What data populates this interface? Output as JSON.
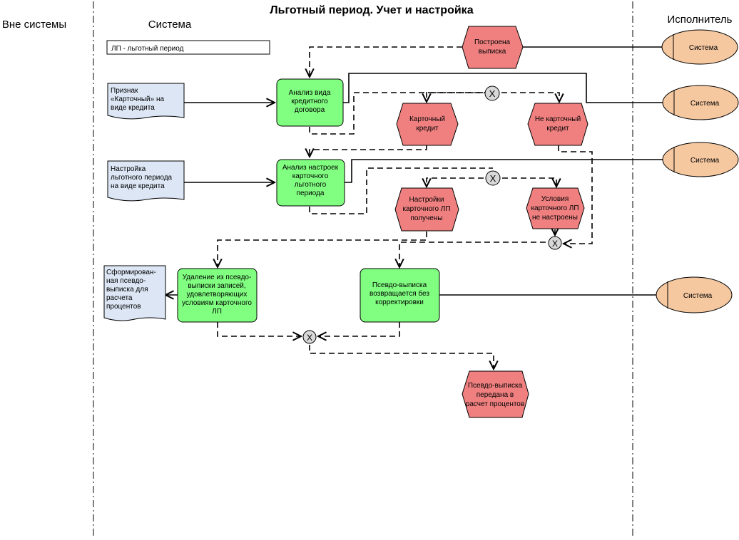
{
  "title": "Льготный период. Учет и настройка",
  "lanes": {
    "outside": "Вне системы",
    "system": "Система",
    "performer": "Исполнитель"
  },
  "legend": "ЛП - льготный период",
  "documents": {
    "card_flag": [
      "Признак",
      "«Карточный» на",
      "виде кредита"
    ],
    "grace_setting": [
      "Настройка",
      "льготного периода",
      "на виде кредита"
    ],
    "pseudo_formed": [
      "Сформирован-",
      "ная псевдо-",
      "выписка для",
      "расчета",
      "процентов"
    ]
  },
  "functions": {
    "analyze_type": [
      "Анализ вида",
      "кредитного",
      "договора"
    ],
    "analyze_settings": [
      "Анализ настроек",
      "карточного",
      "льготного",
      "периода"
    ],
    "delete_records": [
      "Удаление из псевдо-",
      "выписки записей,",
      "удовлетворяющих",
      "условиям карточного",
      "ЛП"
    ],
    "return_unchanged": [
      "Псевдо-выписка",
      "возвращается без",
      "корректировки"
    ]
  },
  "events": {
    "statement_built": [
      "Построена",
      "выписка"
    ],
    "card_credit": [
      "Карточный",
      "кредит"
    ],
    "not_card_credit": [
      "Не карточный",
      "кредит"
    ],
    "settings_received": [
      "Настройки",
      "карточного ЛП",
      "получены"
    ],
    "not_configured": [
      "Условия",
      "карточного ЛП",
      "не настроены"
    ],
    "passed_to_interest": [
      "Псевдо-выписка",
      "передана в",
      "расчет процентов"
    ]
  },
  "operator_symbol": "X",
  "performers": {
    "p1": "Система",
    "p2": "Система",
    "p3": "Система",
    "p4": "Система"
  },
  "colors": {
    "function_fill": "#80ff80",
    "event_fill": "#f08080",
    "performer_fill": "#f5c8a0",
    "operator_fill": "#d8d8d8"
  }
}
